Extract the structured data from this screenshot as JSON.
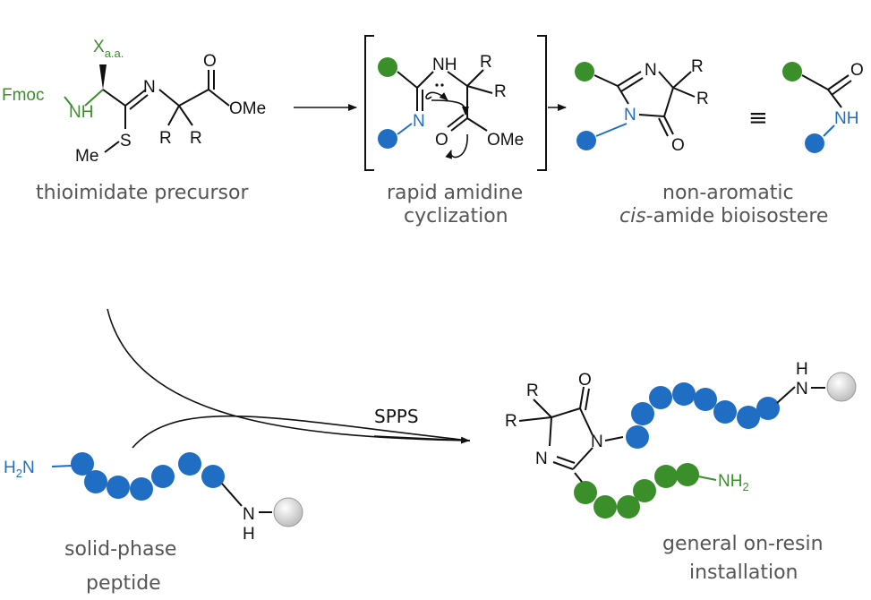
{
  "labels": {
    "precursor": "thioimidate precursor",
    "cyclization_line1": "rapid amidine",
    "cyclization_line2": "cyclization",
    "product_line1": "non-aromatic",
    "product_line2_italic": "cis",
    "product_line2_rest": "-amide bioisostere",
    "spps": "SPPS",
    "solid_line1": "solid-phase",
    "solid_line2": "peptide",
    "installation_line1": "general on-resin",
    "installation_line2": "installation",
    "equiv": "≡"
  },
  "atoms": {
    "fmoc": "Fmoc",
    "n": "N",
    "h": "H",
    "nh": "NH",
    "o": "O",
    "ome": "OMe",
    "s": "S",
    "me": "Me",
    "r": "R",
    "x": "X",
    "x_sub": "a.a.",
    "h2n": "H",
    "h2n_sub": "2",
    "h2n_n": "N",
    "nh2": "NH",
    "nh2_sub": "2"
  },
  "colors": {
    "green": "#3a8f2a",
    "blue": "#1f6ec4",
    "black": "#111111",
    "label": "#555555",
    "resin": "#d9d9d9"
  }
}
